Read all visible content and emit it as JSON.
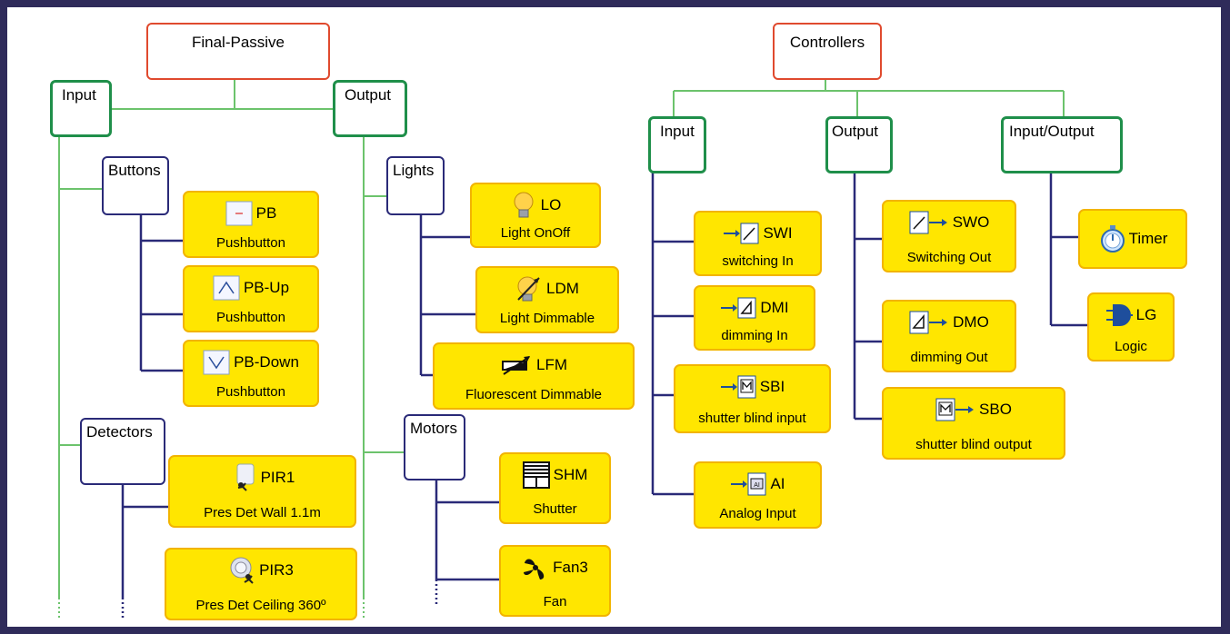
{
  "groups": {
    "final_passive": {
      "title": "Final-Passive",
      "input": "Input",
      "output": "Output",
      "buttons": "Buttons",
      "detectors": "Detectors",
      "lights": "Lights",
      "motors": "Motors"
    },
    "controllers": {
      "title": "Controllers",
      "input": "Input",
      "output": "Output",
      "input_output": "Input/Output"
    }
  },
  "devices": {
    "pb": {
      "code": "PB",
      "name": "Pushbutton",
      "icon": "pushbutton-icon"
    },
    "pb_up": {
      "code": "PB-Up",
      "name": "Pushbutton",
      "icon": "pushbutton-up-icon"
    },
    "pb_down": {
      "code": "PB-Down",
      "name": "Pushbutton",
      "icon": "pushbutton-down-icon"
    },
    "pir1": {
      "code": "PIR1",
      "name": "Pres Det Wall 1.1m",
      "icon": "wall-presence-detector-icon"
    },
    "pir3": {
      "code": "PIR3",
      "name": "Pres Det Ceiling 360º",
      "icon": "ceiling-presence-detector-icon"
    },
    "lo": {
      "code": "LO",
      "name": "Light OnOff",
      "icon": "light-bulb-icon"
    },
    "ldm": {
      "code": "LDM",
      "name": "Light Dimmable",
      "icon": "dimmable-bulb-icon"
    },
    "lfm": {
      "code": "LFM",
      "name": "Fluorescent Dimmable",
      "icon": "fluorescent-dimmer-icon"
    },
    "shm": {
      "code": "SHM",
      "name": "Shutter",
      "icon": "shutter-icon"
    },
    "fan3": {
      "code": "Fan3",
      "name": "Fan",
      "icon": "fan-icon"
    },
    "swi": {
      "code": "SWI",
      "name": "switching In",
      "icon": "switch-input-icon"
    },
    "dmi": {
      "code": "DMI",
      "name": "dimming In",
      "icon": "dimming-input-icon"
    },
    "sbi": {
      "code": "SBI",
      "name": "shutter blind input",
      "icon": "shutter-blind-input-icon"
    },
    "ai": {
      "code": "AI",
      "name": "Analog Input",
      "icon": "analog-input-icon"
    },
    "swo": {
      "code": "SWO",
      "name": "Switching Out",
      "icon": "switch-output-icon"
    },
    "dmo": {
      "code": "DMO",
      "name": "dimming Out",
      "icon": "dimming-output-icon"
    },
    "sbo": {
      "code": "SBO",
      "name": "shutter blind output",
      "icon": "shutter-blind-output-icon"
    },
    "timer": {
      "code": "Timer",
      "name": "",
      "icon": "stopwatch-icon"
    },
    "lg": {
      "code": "LG",
      "name": "Logic",
      "icon": "logic-gate-icon"
    }
  },
  "colors": {
    "frame": "#2f2b5a",
    "root_border": "#e04a2e",
    "category_border": "#1f8f4a",
    "subgroup_border": "#2a2a78",
    "device_fill": "#ffe600",
    "device_border": "#f2b400",
    "green_connector": "#6cc36c",
    "blue_connector": "#2a2a78"
  }
}
